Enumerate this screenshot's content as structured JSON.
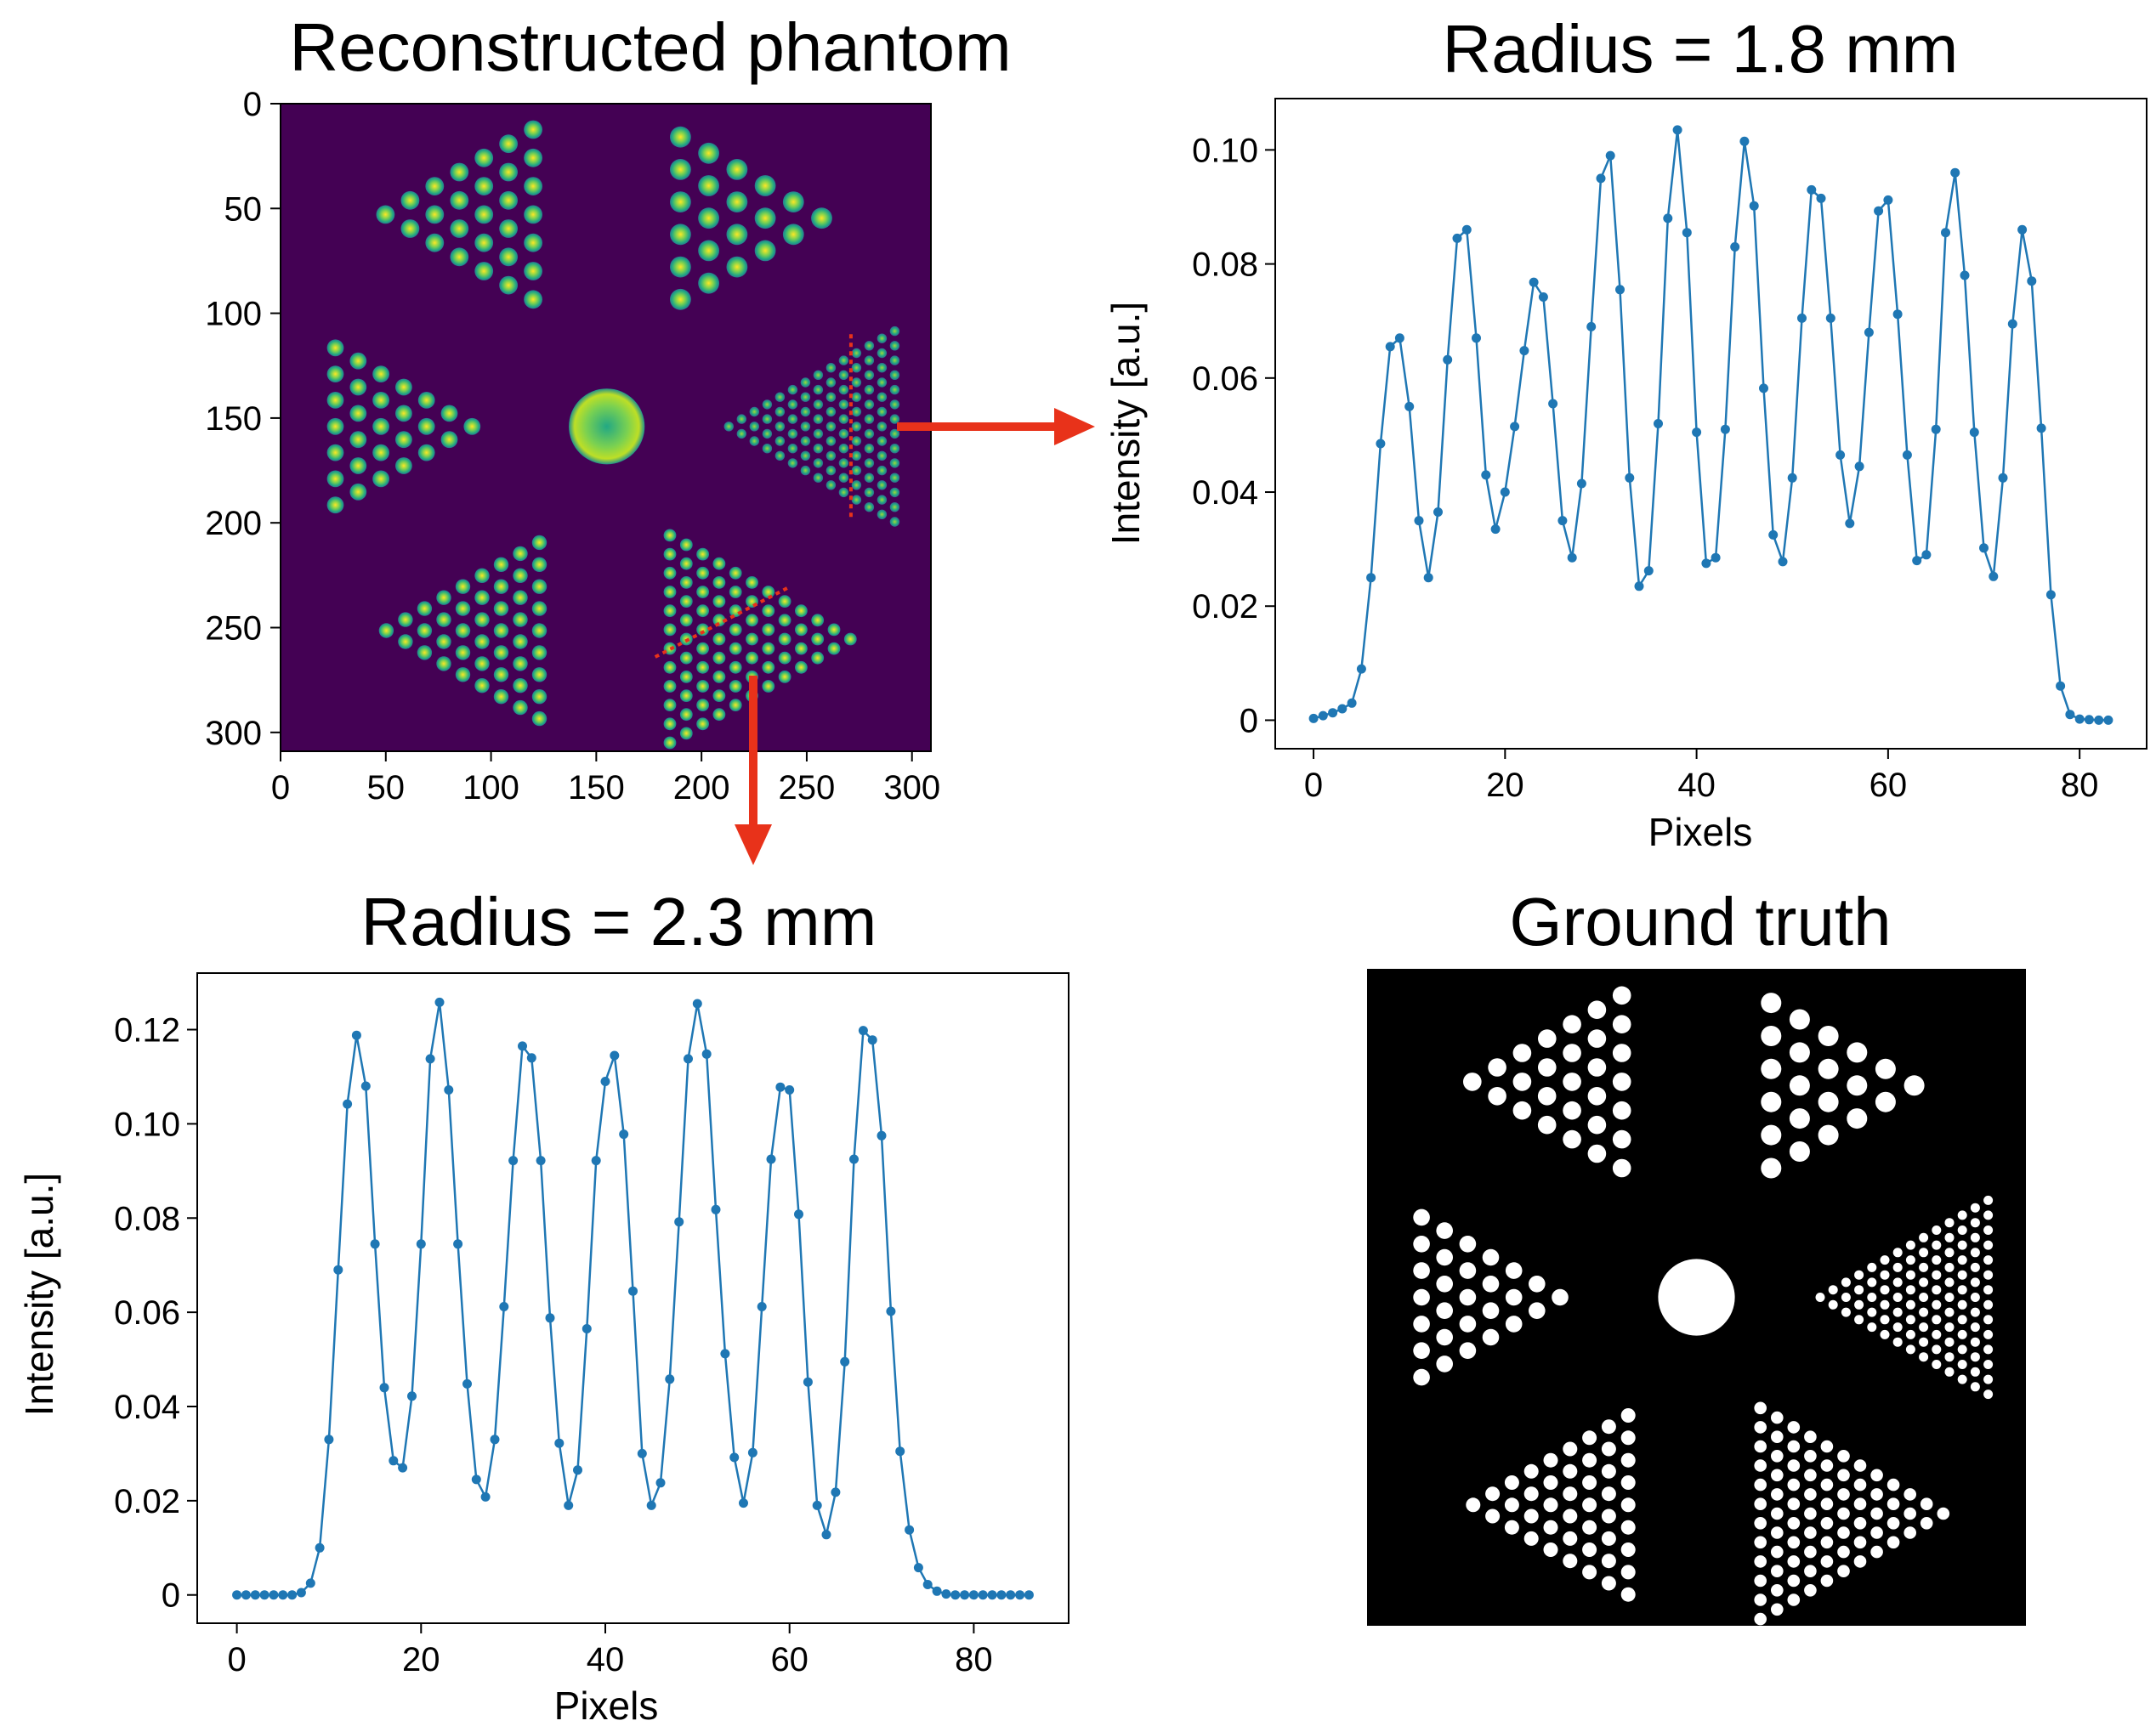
{
  "colors": {
    "line": "#1f77b4",
    "arrow": "#e8321a",
    "viridis_dark": "#440154",
    "viridis_bright": "#fde725",
    "ground_truth_bg": "#000000",
    "ground_truth_fg": "#ffffff"
  },
  "chart_data": [
    {
      "id": "phantom",
      "type": "heatmap",
      "title": "Reconstructed phantom",
      "xlim": [
        0,
        309
      ],
      "ylim": [
        309,
        0
      ],
      "xticks": [
        "0",
        "50",
        "100",
        "150",
        "200",
        "250",
        "300"
      ],
      "yticks": [
        "0",
        "50",
        "100",
        "150",
        "200",
        "250",
        "300"
      ],
      "colormap": "viridis",
      "profile_lines": [
        {
          "name": "vertical",
          "x": [
            271,
            271
          ],
          "y": [
            110,
            198
          ]
        },
        {
          "name": "diagonal",
          "x": [
            178,
            241
          ],
          "y": [
            264,
            231
          ]
        }
      ]
    },
    {
      "id": "radius18",
      "type": "line",
      "title": "Radius = 1.8 mm",
      "xlabel": "Pixels",
      "ylabel": "Intensity [a.u.]",
      "xlim": [
        -4,
        87
      ],
      "ylim": [
        -0.005,
        0.109
      ],
      "xticks": [
        0,
        20,
        40,
        60,
        80
      ],
      "yticks": [
        0,
        0.02,
        0.04,
        0.06,
        0.08,
        0.1
      ],
      "ytick_labels": [
        "0",
        "0.02",
        "0.04",
        "0.06",
        "0.08",
        "0.10"
      ],
      "x_start": 0,
      "values": [
        0.0003,
        0.0008,
        0.0013,
        0.002,
        0.003,
        0.009,
        0.025,
        0.0485,
        0.0655,
        0.067,
        0.055,
        0.035,
        0.025,
        0.0365,
        0.0632,
        0.0845,
        0.086,
        0.067,
        0.043,
        0.0335,
        0.04,
        0.0515,
        0.0648,
        0.0768,
        0.0742,
        0.0555,
        0.035,
        0.0285,
        0.0415,
        0.069,
        0.095,
        0.099,
        0.0755,
        0.0425,
        0.0235,
        0.0262,
        0.052,
        0.088,
        0.1035,
        0.0855,
        0.0505,
        0.0275,
        0.0285,
        0.051,
        0.083,
        0.1015,
        0.0902,
        0.0582,
        0.0325,
        0.0278,
        0.0425,
        0.0705,
        0.093,
        0.0915,
        0.0705,
        0.0465,
        0.0345,
        0.0445,
        0.068,
        0.0893,
        0.0912,
        0.0712,
        0.0465,
        0.028,
        0.029,
        0.051,
        0.0855,
        0.096,
        0.078,
        0.0505,
        0.0302,
        0.0252,
        0.0425,
        0.0695,
        0.086,
        0.077,
        0.0512,
        0.022,
        0.006,
        0.001,
        0.0002,
        0.0001,
        0.0,
        0.0
      ]
    },
    {
      "id": "radius23",
      "type": "line",
      "title": "Radius = 2.3 mm",
      "xlabel": "Pixels",
      "ylabel": "Intensity [a.u.]",
      "xlim": [
        -4.3,
        90.3
      ],
      "ylim": [
        -0.006,
        0.132
      ],
      "xticks": [
        0,
        20,
        40,
        60,
        80
      ],
      "yticks": [
        0,
        0.02,
        0.04,
        0.06,
        0.08,
        0.1,
        0.12
      ],
      "ytick_labels": [
        "0",
        "0.02",
        "0.04",
        "0.06",
        "0.08",
        "0.10",
        "0.12"
      ],
      "x_start": 0,
      "values": [
        0,
        0,
        0,
        0,
        0,
        0,
        0,
        0.0005,
        0.0025,
        0.01,
        0.033,
        0.069,
        0.1042,
        0.1188,
        0.108,
        0.0745,
        0.044,
        0.0285,
        0.027,
        0.0422,
        0.0745,
        0.1138,
        0.1258,
        0.1072,
        0.0745,
        0.0448,
        0.0245,
        0.0208,
        0.033,
        0.0612,
        0.0922,
        0.1165,
        0.114,
        0.0922,
        0.0588,
        0.0322,
        0.019,
        0.0265,
        0.0565,
        0.0922,
        0.109,
        0.1145,
        0.0978,
        0.0645,
        0.03,
        0.019,
        0.0238,
        0.0458,
        0.0792,
        0.1138,
        0.1255,
        0.1148,
        0.0818,
        0.0512,
        0.0292,
        0.0195,
        0.0302,
        0.0612,
        0.0925,
        0.1078,
        0.1072,
        0.0808,
        0.0452,
        0.019,
        0.0128,
        0.0218,
        0.0495,
        0.0925,
        0.1198,
        0.1178,
        0.0975,
        0.0602,
        0.0305,
        0.0138,
        0.0058,
        0.0022,
        0.0008,
        0.0002,
        0,
        0,
        0,
        0,
        0,
        0,
        0,
        0,
        0
      ]
    },
    {
      "id": "groundtruth",
      "type": "heatmap",
      "title": "Ground truth"
    }
  ]
}
